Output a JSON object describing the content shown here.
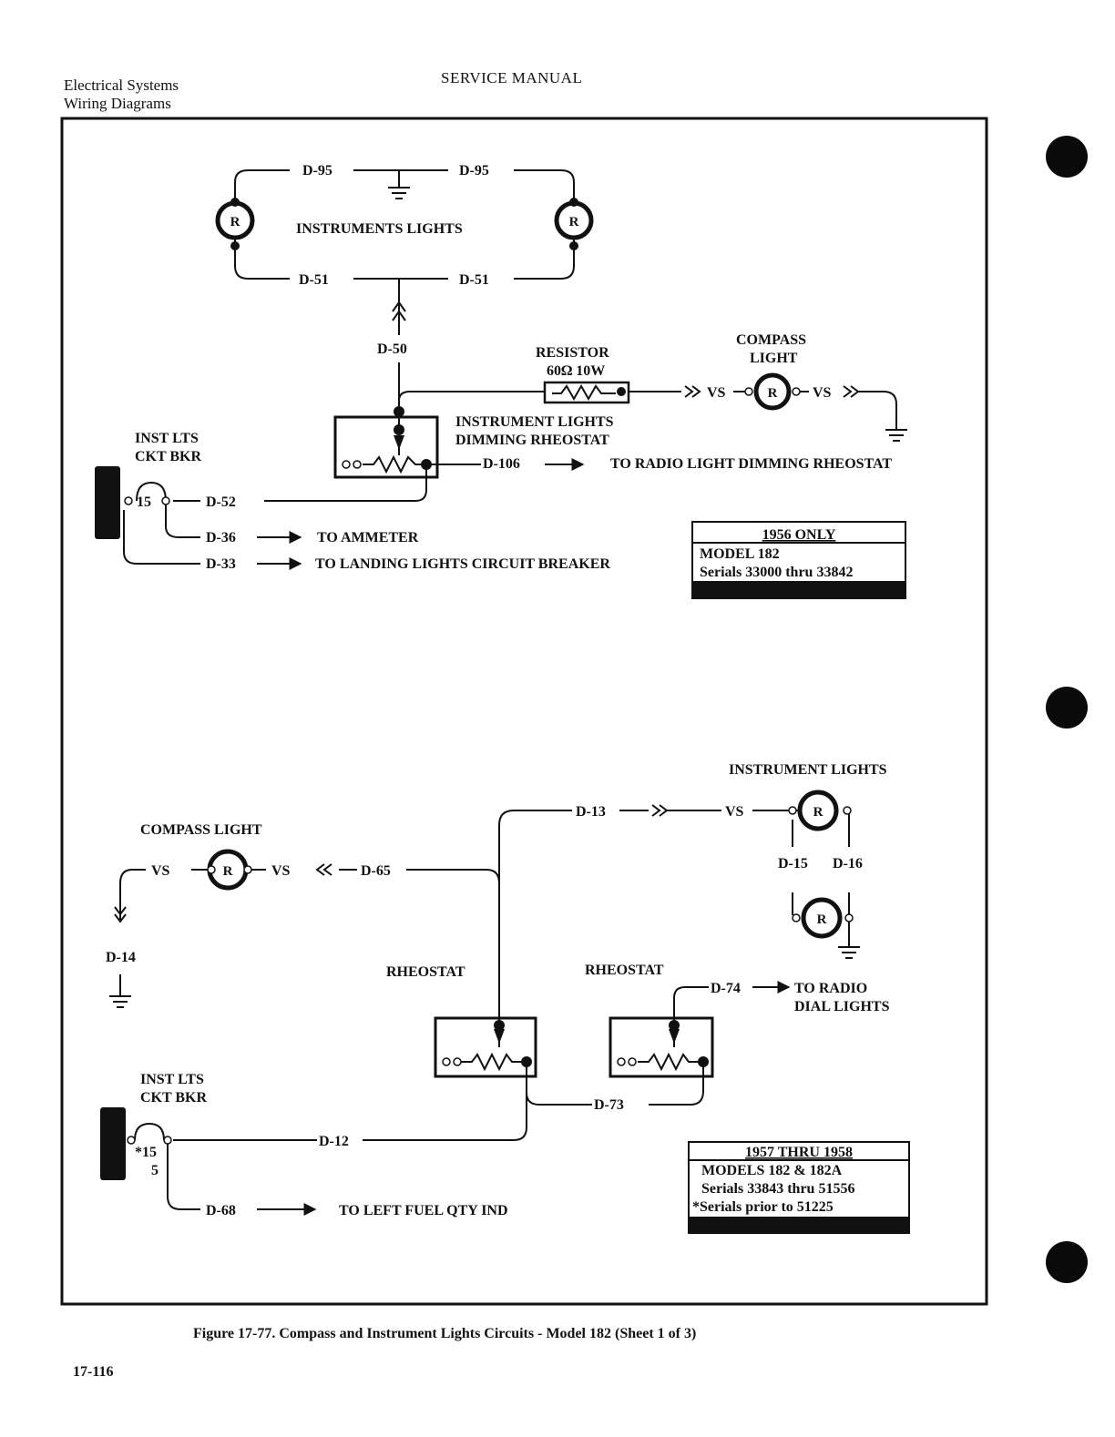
{
  "header": {
    "section": "Electrical Systems",
    "subsection": "Wiring Diagrams",
    "manual": "SERVICE MANUAL"
  },
  "top_diagram": {
    "wire_d95": "D-95",
    "wire_d51": "D-51",
    "instruments_lights": "INSTRUMENTS LIGHTS",
    "wire_d50": "D-50",
    "resistor": "RESISTOR",
    "resistor_rating": "60Ω  10W",
    "compass_light_1": "COMPASS",
    "compass_light_2": "LIGHT",
    "vs": "VS",
    "rheostat_1": "INSTRUMENT LIGHTS",
    "rheostat_2": "DIMMING RHEOSTAT",
    "wire_d106": "D-106",
    "to_radio_rheostat": "TO RADIO LIGHT DIMMING RHEOSTAT",
    "cb_1": "INST LTS",
    "cb_2": "CKT BKR",
    "cb_rating": "15",
    "wire_d52": "D-52",
    "wire_d36": "D-36",
    "to_ammeter": "TO AMMETER",
    "wire_d33": "D-33",
    "to_landing": "TO LANDING LIGHTS CIRCUIT BREAKER",
    "effectivity": {
      "title": "1956 ONLY",
      "model": "MODEL 182",
      "serials": "Serials 33000 thru 33842"
    }
  },
  "bottom_diagram": {
    "instrument_lights": "INSTRUMENT LIGHTS",
    "wire_d13": "D-13",
    "vs": "VS",
    "compass_light": "COMPASS LIGHT",
    "wire_d65": "D-65",
    "wire_d15": "D-15",
    "wire_d16": "D-16",
    "wire_d14": "D-14",
    "rheostat_left": "RHEOSTAT",
    "rheostat_right": "RHEOSTAT",
    "wire_d74": "D-74",
    "to_radio_1": "TO RADIO",
    "to_radio_2": "DIAL LIGHTS",
    "cb_1": "INST LTS",
    "cb_2": "CKT BKR",
    "cb_rating_a": "*15",
    "cb_rating_b": "5",
    "wire_d73": "D-73",
    "wire_d12": "D-12",
    "wire_d68": "D-68",
    "to_fuel": "TO LEFT FUEL QTY IND",
    "effectivity": {
      "title": "1957 THRU 1958",
      "models": "MODELS 182 & 182A",
      "serials": "Serials 33843 thru 51556",
      "serials_prior": "*Serials prior to 51225"
    }
  },
  "lamp_letter": "R",
  "caption": "Figure 17-77.  Compass and Instrument Lights Circuits - Model 182 (Sheet 1 of 3)",
  "page_number": "17-116"
}
